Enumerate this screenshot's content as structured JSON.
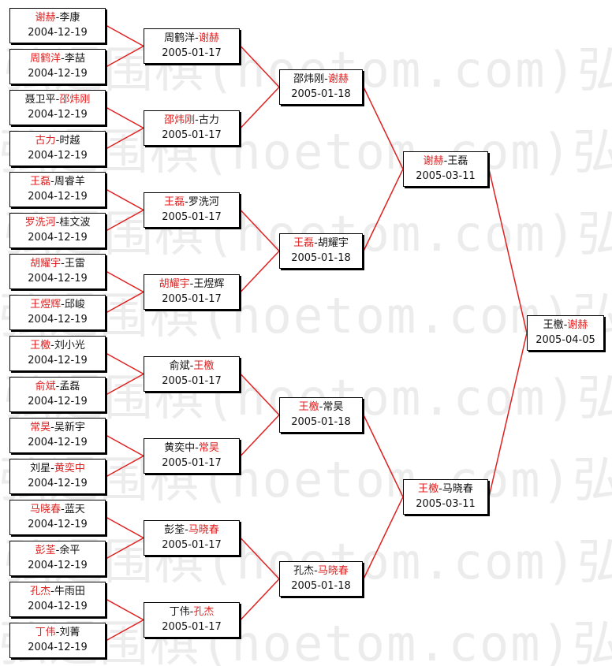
{
  "watermark": {
    "text": "弘通围棋(hoetom.com)弘通"
  },
  "rounds": {
    "round1": {
      "date": "2004-12-19",
      "matches": [
        {
          "p1": "谢赫",
          "p2": "李康",
          "winner": 1
        },
        {
          "p1": "周鹤洋",
          "p2": "李喆",
          "winner": 1
        },
        {
          "p1": "聂卫平",
          "p2": "邵炜刚",
          "winner": 2
        },
        {
          "p1": "古力",
          "p2": "时越",
          "winner": 1
        },
        {
          "p1": "王磊",
          "p2": "周睿羊",
          "winner": 1
        },
        {
          "p1": "罗洗河",
          "p2": "桂文波",
          "winner": 1
        },
        {
          "p1": "胡耀宇",
          "p2": "王雷",
          "winner": 1
        },
        {
          "p1": "王煜辉",
          "p2": "邱峻",
          "winner": 1
        },
        {
          "p1": "王檄",
          "p2": "刘小光",
          "winner": 1
        },
        {
          "p1": "俞斌",
          "p2": "孟磊",
          "winner": 1
        },
        {
          "p1": "常昊",
          "p2": "吴新宇",
          "winner": 1
        },
        {
          "p1": "刘星",
          "p2": "黄奕中",
          "winner": 2
        },
        {
          "p1": "马晓春",
          "p2": "蓝天",
          "winner": 1
        },
        {
          "p1": "彭荃",
          "p2": "余平",
          "winner": 1
        },
        {
          "p1": "孔杰",
          "p2": "牛雨田",
          "winner": 1
        },
        {
          "p1": "丁伟",
          "p2": "刘菁",
          "winner": 1
        }
      ]
    },
    "round2": {
      "date": "2005-01-17",
      "matches": [
        {
          "p1": "周鹤洋",
          "p2": "谢赫",
          "winner": 2
        },
        {
          "p1": "邵炜刚",
          "p2": "古力",
          "winner": 1
        },
        {
          "p1": "王磊",
          "p2": "罗洗河",
          "winner": 1
        },
        {
          "p1": "胡耀宇",
          "p2": "王煜辉",
          "winner": 1
        },
        {
          "p1": "俞斌",
          "p2": "王檄",
          "winner": 2
        },
        {
          "p1": "黄奕中",
          "p2": "常昊",
          "winner": 2
        },
        {
          "p1": "彭荃",
          "p2": "马晓春",
          "winner": 2
        },
        {
          "p1": "丁伟",
          "p2": "孔杰",
          "winner": 2
        }
      ]
    },
    "round3": {
      "date": "2005-01-18",
      "matches": [
        {
          "p1": "邵炜刚",
          "p2": "谢赫",
          "winner": 2
        },
        {
          "p1": "王磊",
          "p2": "胡耀宇",
          "winner": 1
        },
        {
          "p1": "王檄",
          "p2": "常昊",
          "winner": 1
        },
        {
          "p1": "孔杰",
          "p2": "马晓春",
          "winner": 2
        }
      ]
    },
    "round4": {
      "date": "2005-03-11",
      "matches": [
        {
          "p1": "谢赫",
          "p2": "王磊",
          "winner": 1
        },
        {
          "p1": "王檄",
          "p2": "马晓春",
          "winner": 1
        }
      ]
    },
    "final": {
      "date": "2005-04-05",
      "matches": [
        {
          "p1": "王檄",
          "p2": "谢赫",
          "winner": 2
        }
      ]
    }
  },
  "colors": {
    "winner": "#e02020",
    "text": "#111111",
    "line": "#e02020",
    "border": "#000000",
    "watermark": "#ececec"
  }
}
